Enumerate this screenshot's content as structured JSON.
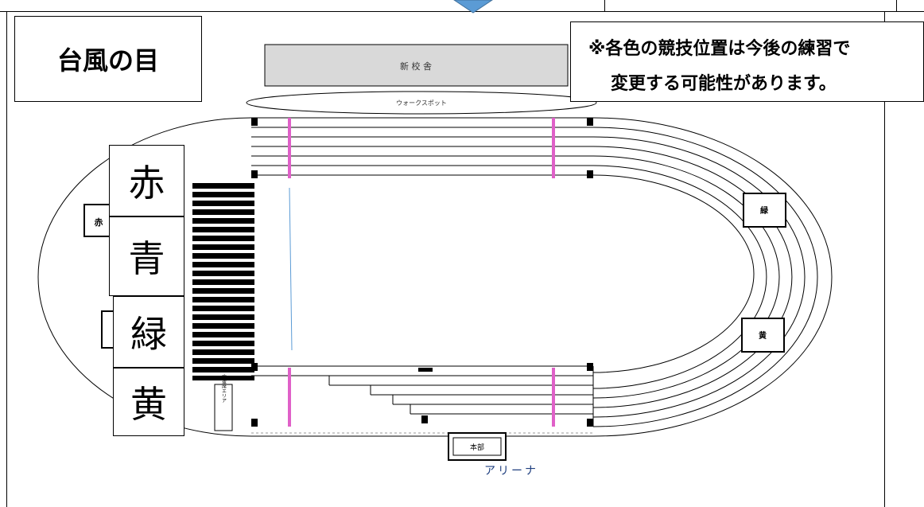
{
  "title": "台風の目",
  "note": {
    "line1": "※各色の競技位置は今後の練習で",
    "line2": "変更する可能性があります。"
  },
  "building_label": "新 校 舎",
  "ellipse_label": "ウォークスポット",
  "color_boxes": [
    "赤",
    "青",
    "緑",
    "黄"
  ],
  "field_labels": {
    "red": "赤",
    "green": "緑",
    "yellow": "黄",
    "honbu": "本部",
    "vertical_sign": "応援席エリア",
    "arena": "アリーナ"
  },
  "colors": {
    "marker_pink": "#e060c8",
    "accent_blue": "#5b9bd5",
    "building_gray": "#d9d9d9"
  }
}
